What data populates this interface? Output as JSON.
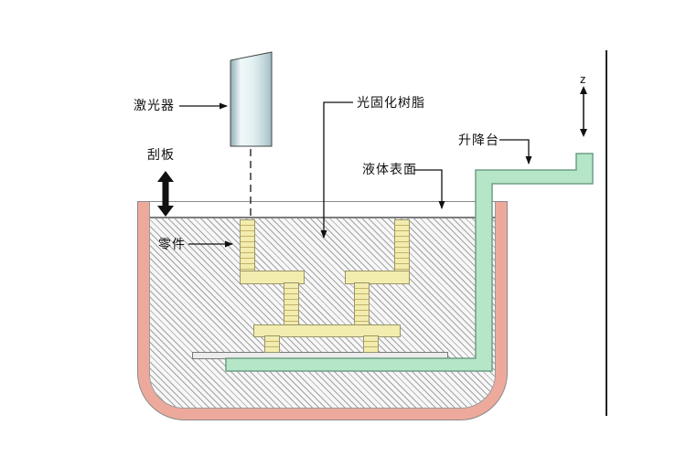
{
  "diagram": {
    "type": "stereolithography-process-diagram",
    "labels": {
      "laser": "激光器",
      "scraper": "刮板",
      "resin": "光固化树脂",
      "liquid_surface": "液体表面",
      "elevator": "升降台",
      "part": "零件",
      "z_axis": "z"
    },
    "colors": {
      "tank_wall": "#edaa9c",
      "platform_green": "#b5e6c8",
      "platform_outline": "#6e9e85",
      "part_yellow": "#f2ecae",
      "part_stripe": "#c3b269",
      "laser_body_light": "#eff8f9",
      "laser_body_dark": "#8fadb5",
      "hatch_line": "#a2a2a2",
      "line_black": "#111111"
    }
  }
}
